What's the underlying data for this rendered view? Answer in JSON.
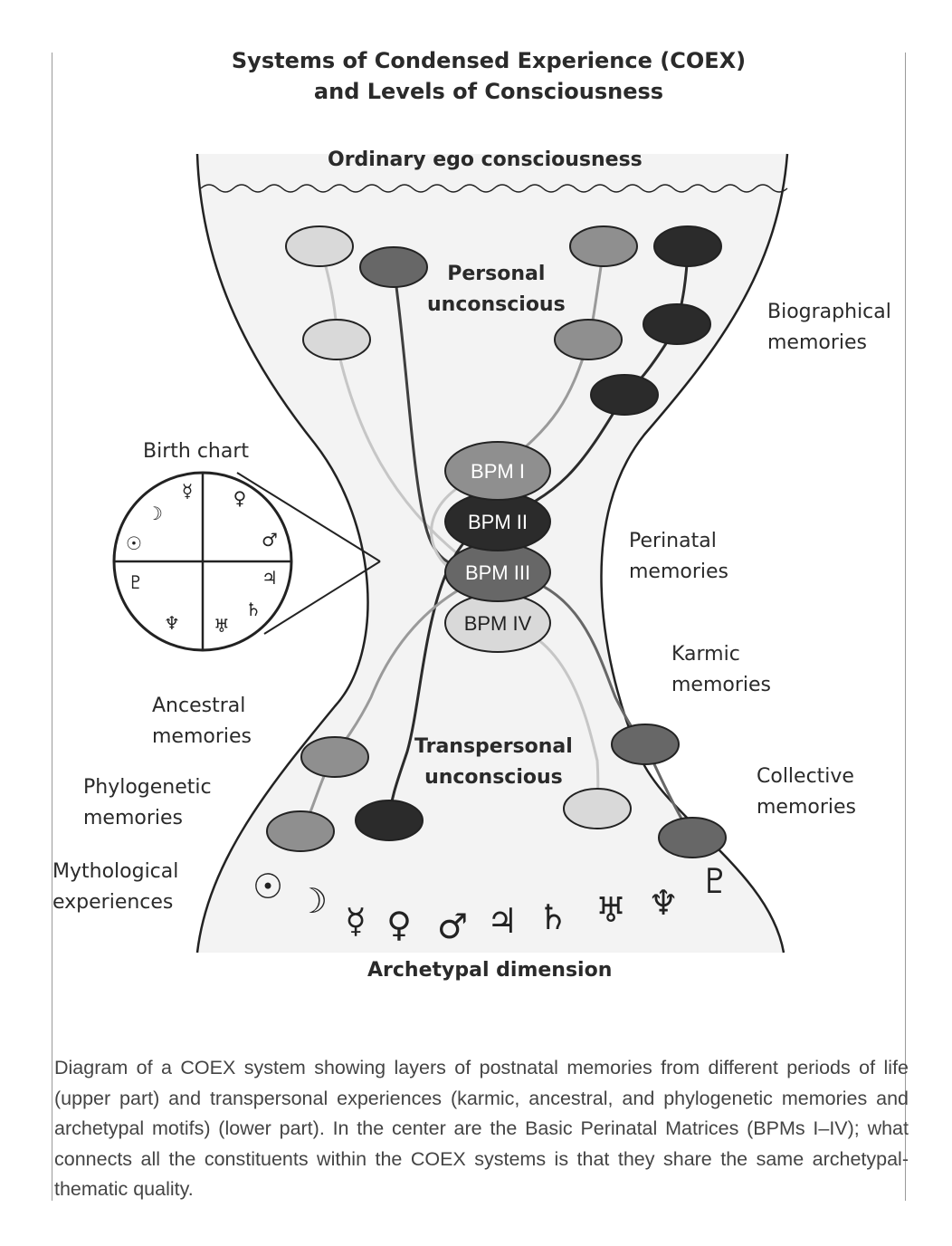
{
  "title": {
    "line1": "Systems of Condensed Experience (COEX)",
    "line2": "and Levels of Consciousness"
  },
  "labels": {
    "ordinary": "Ordinary ego consciousness",
    "personal_unconscious": "Personal\nunconscious",
    "biographical": "Biographical\nmemories",
    "birth_chart": "Birth chart",
    "perinatal": "Perinatal\nmemories",
    "karmic": "Karmic\nmemories",
    "ancestral": "Ancestral\nmemories",
    "transpersonal": "Transpersonal\nunconscious",
    "phylogenetic": "Phylogenetic\nmemories",
    "collective": "Collective\nmemories",
    "mythological": "Mythological\nexperiences",
    "archetypal": "Archetypal dimension"
  },
  "bpm": [
    "BPM I",
    "BPM II",
    "BPM III",
    "BPM IV"
  ],
  "birth_chart_symbols": [
    "☿",
    "♀",
    "☽",
    "☉",
    "♂",
    "♃",
    "♇",
    "♄",
    "♆",
    "♅"
  ],
  "archetype_symbols": [
    "☉",
    "☽",
    "☿",
    "♀",
    "♂",
    "♃",
    "♄",
    "♅",
    "♆",
    "♇"
  ],
  "caption": "Diagram of a COEX system showing layers of postnatal memories from different periods of life (upper part) and transpersonal experiences (karmic, ancestral, and phylogenetic memories and archetypal motifs) (lower part). In the center are the Basic Perinatal Matrices (BPMs I–IV); what connects all the constituents within the COEX systems is that they share the same archetypal-thematic quality.",
  "colors": {
    "light": "#d9d9d9",
    "medium": "#8f8f8f",
    "dark": "#676767",
    "black": "#2b2b2b",
    "hourglass_fill": "#f3f3f3"
  }
}
